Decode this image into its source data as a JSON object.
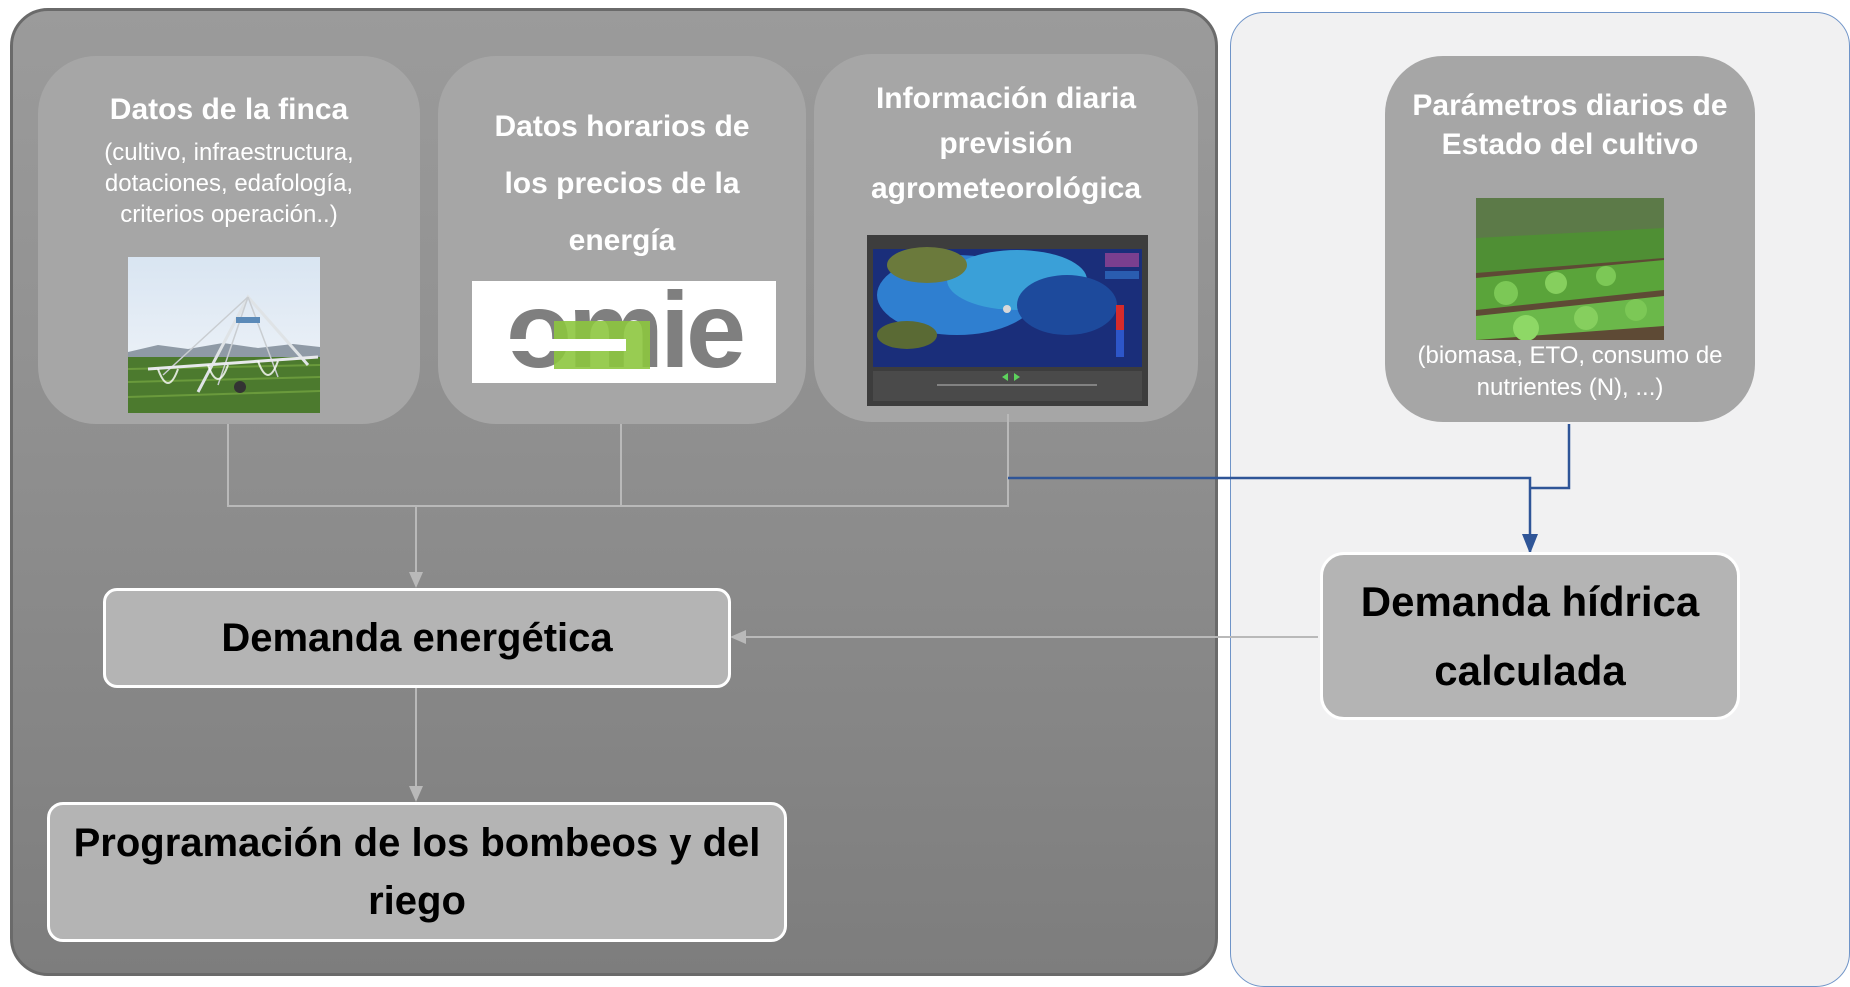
{
  "cards": {
    "finca": {
      "title": "Datos de la finca",
      "subtitle": "(cultivo, infraestructura, dotaciones, edafología, criterios operación..)",
      "image": "center-pivot-irrigation-photo"
    },
    "precios": {
      "title": "Datos horarios de los precios de la energía",
      "logo_text": "omie",
      "image": "omie-logo"
    },
    "meteo": {
      "title": "Información diaria previsión agrometeorológica",
      "image": "weather-forecast-map-screenshot"
    },
    "cultivo": {
      "title": "Parámetros diarios de Estado del cultivo",
      "subtitle": "(biomasa, ETO, consumo de nutrientes (N), ...)",
      "image": "crop-field-photo"
    }
  },
  "boxes": {
    "energetica": "Demanda energética",
    "hidrica": "Demanda hídrica calculada",
    "programacion": "Programación de los bombeos y del riego"
  },
  "colors": {
    "left_panel": "#8f8f8f",
    "right_panel": "#f1f1f2",
    "card": "#a6a6a6",
    "box": "#b4b4b4",
    "grey_connector": "#b9b9b9",
    "blue_connector": "#2f5597",
    "omie_grey": "#7f7f7f",
    "omie_green": "#8dc63f"
  }
}
